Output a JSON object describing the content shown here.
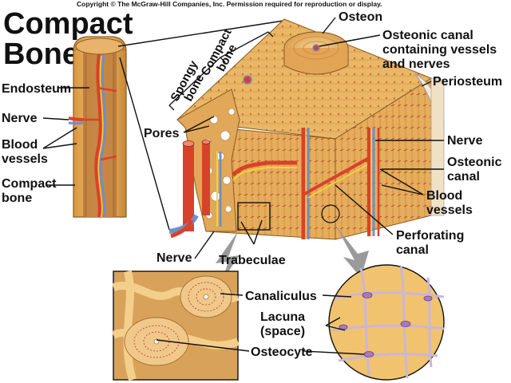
{
  "copyright": "Copyright © The McGraw-Hill Companies, Inc. Permission required for reproduction or display.",
  "title_line1": "Compact",
  "title_line2": "Bone",
  "labels": {
    "osteon": "Osteon",
    "osteonic_canal_line1": "Osteonic canal",
    "osteonic_canal_line2": "containing vessels",
    "osteonic_canal_line3": "and nerves",
    "periosteum": "Periosteum",
    "endosteum": "Endosteum",
    "nerve_left": "Nerve",
    "blood_vessels_left_line1": "Blood",
    "blood_vessels_left_line2": "vessels",
    "compact_bone_left_line1": "Compact",
    "compact_bone_left_line2": "bone",
    "spongy_bone_line1": "Spongy",
    "spongy_bone_line2": "bone",
    "compact_bone_mid_line1": "Compact",
    "compact_bone_mid_line2": "bone",
    "pores": "Pores",
    "nerve_right": "Nerve",
    "osteonic_canal_right_line1": "Osteonic",
    "osteonic_canal_right_line2": "canal",
    "blood_vessels_right_line1": "Blood",
    "blood_vessels_right_line2": "vessels",
    "perforating_canal_line1": "Perforating",
    "perforating_canal_line2": "canal",
    "nerve_bottom": "Nerve",
    "trabeculae": "Trabeculae",
    "canaliculus": "Canaliculus",
    "lacuna_line1": "Lacuna",
    "lacuna_line2": "(space)",
    "osteocyte": "Osteocyte"
  },
  "colors": {
    "bone": "#e7b463",
    "bone_light": "#f3d08c",
    "bone_dark": "#c8893a",
    "marrow": "#b8743b",
    "artery": "#d9412a",
    "vein": "#6f8fc8",
    "nerve": "#f3d23a",
    "cell_purple": "#a87bb8",
    "pointer_gray": "#9a9a9a"
  }
}
